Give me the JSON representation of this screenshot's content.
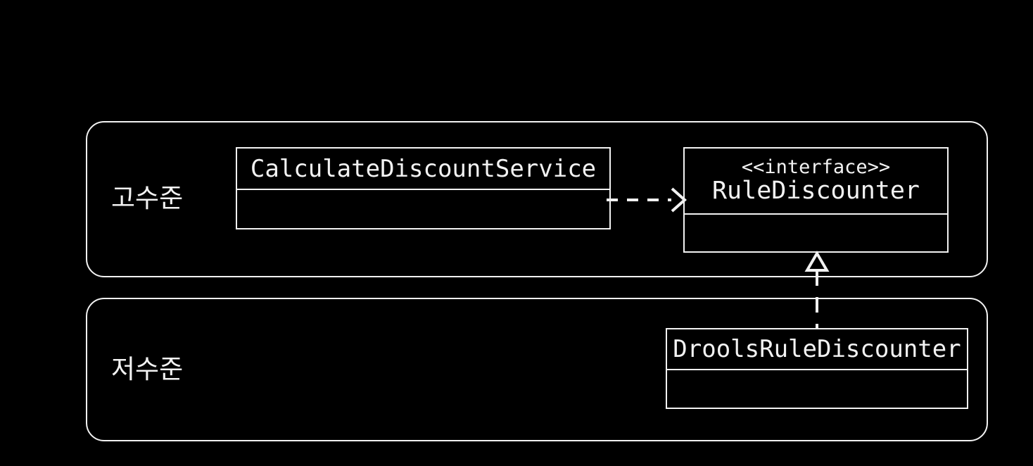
{
  "diagram": {
    "type": "uml-class-diagram",
    "background_color": "#000000",
    "stroke_color": "#f2f2f2",
    "layers": [
      {
        "id": "high-level",
        "label": "고수준",
        "classes": [
          "CalculateDiscountService",
          "RuleDiscounter"
        ]
      },
      {
        "id": "low-level",
        "label": "저수준",
        "classes": [
          "DroolsRuleDiscounter"
        ]
      }
    ],
    "classes": {
      "calculate_discount_service": {
        "name": "CalculateDiscountService",
        "stereotype": "",
        "attributes": [],
        "operations": []
      },
      "rule_discounter": {
        "name": "RuleDiscounter",
        "stereotype": "<<interface>>",
        "attributes": [],
        "operations": []
      },
      "drools_rule_discounter": {
        "name": "DroolsRuleDiscounter",
        "stereotype": "",
        "attributes": [],
        "operations": []
      }
    },
    "relationships": [
      {
        "kind": "dependency",
        "style": "dashed-open-arrow",
        "from": "CalculateDiscountService",
        "to": "RuleDiscounter"
      },
      {
        "kind": "realization",
        "style": "dashed-hollow-triangle",
        "from": "DroolsRuleDiscounter",
        "to": "RuleDiscounter"
      }
    ]
  }
}
